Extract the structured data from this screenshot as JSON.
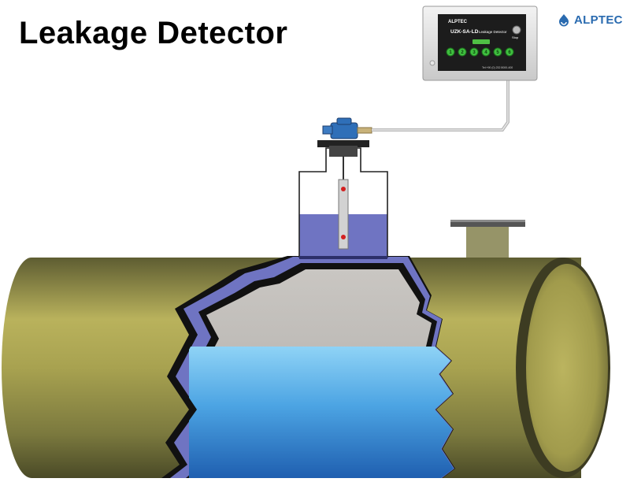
{
  "title": "Leakage Detector",
  "brand": {
    "name": "ALPTEC"
  },
  "control_unit": {
    "brand": "ALPTEC",
    "model": "UZK-SA-LD",
    "product": "Leakage Detector",
    "button_label": "Stop",
    "indicators": [
      "1",
      "2",
      "3",
      "4",
      "5",
      "6"
    ],
    "tel": "Tel:+90 (0) 232 8000-400"
  },
  "colors": {
    "pipe": "#a7a054",
    "pipe_shadow": "#6c6a3a",
    "interstitial_liquid": "#6f74c2",
    "product_liquid": "#5fb5ec",
    "inner_wall": "#bdbbb8",
    "brand": "#2a6bb0"
  }
}
